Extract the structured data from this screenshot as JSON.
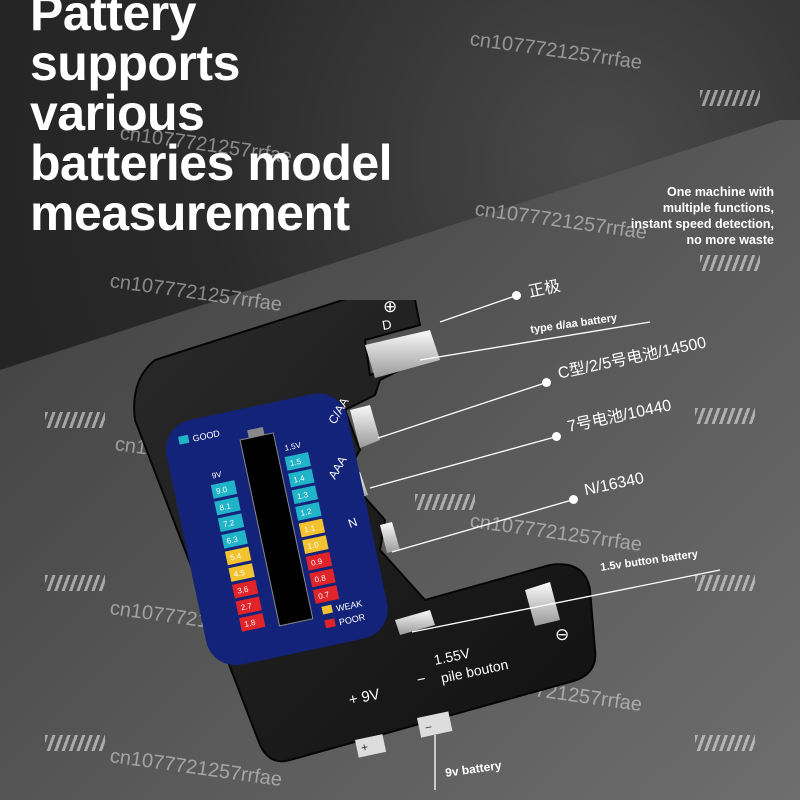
{
  "headline": [
    "Pattery",
    "supports",
    "various",
    "batteries model",
    "measurement"
  ],
  "subtitle": [
    "One machine with",
    "multiple functions,",
    "instant speed detection,",
    "no more waste"
  ],
  "watermark": "cn1077721257rrfae",
  "device": {
    "plus_pole": "⊕",
    "minus_pole": "⊖",
    "slot_d": "D",
    "slot_caa": "C/AA",
    "slot_aaa": "AAA",
    "slot_n": "N",
    "bottom_9v": "+ 9V",
    "bottom_155v": "1.55V",
    "bottom_minus": "−",
    "bottom_pile": "pile bouton",
    "btn_plus": "+",
    "btn_minus": "−",
    "lcd": {
      "good": "GOOD",
      "weak": "WEAK",
      "poor": "POOR",
      "left_header": "9V",
      "right_header": "1.5V",
      "left_values": [
        "9.0",
        "8.1",
        "7.2",
        "6.3",
        "5.4",
        "4.5",
        "3.6",
        "2.7",
        "1.8"
      ],
      "right_values": [
        "1.5",
        "1.4",
        "1.3",
        "1.2",
        "1.1",
        "1.0",
        "0.9",
        "0.8",
        "0.7"
      ],
      "color_good": "#21b3c8",
      "color_weak": "#f2c230",
      "color_poor": "#e0242a"
    }
  },
  "callouts": {
    "positive": "正极",
    "type_d": "type d/aa battery",
    "c_type": "C型/2/5号电池/14500",
    "no7": "7号电池/10440",
    "n_type": "N/16340",
    "button": "1.5v button battery",
    "nine_v": "9v battery"
  }
}
